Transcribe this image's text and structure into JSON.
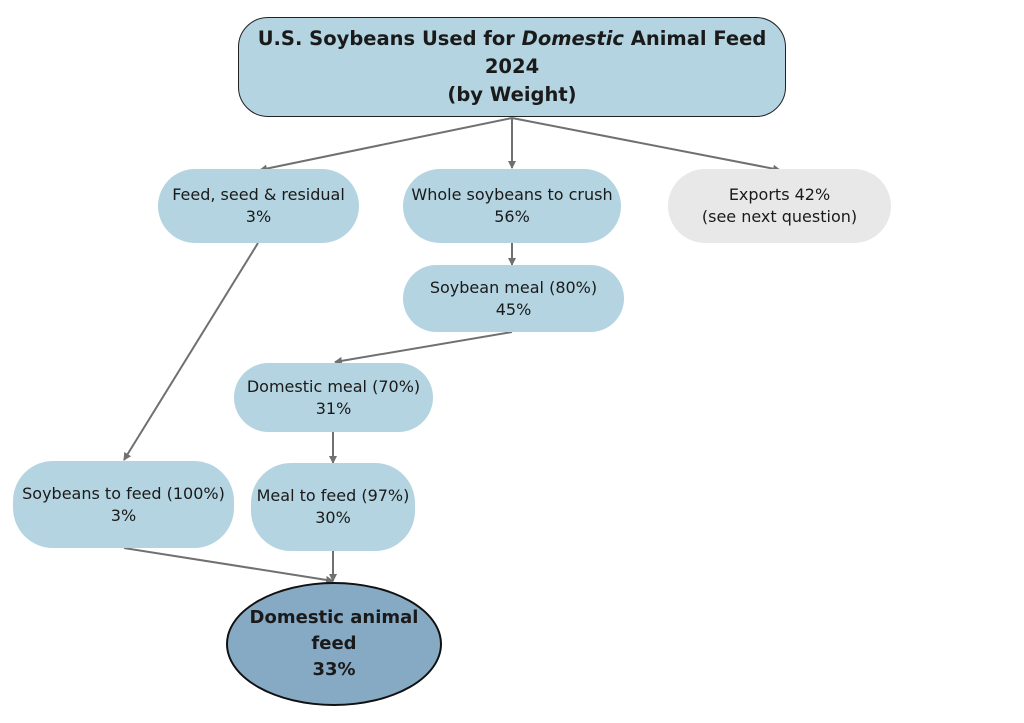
{
  "title": {
    "prefix": "U.S. Soybeans Used for ",
    "emphasis": "Domestic",
    "suffix": " Animal Feed 2024",
    "subtitle": "(by Weight)"
  },
  "nodes": {
    "feed_seed_residual": {
      "label": "Feed, seed & residual",
      "value": "3%"
    },
    "whole_soybeans_crush": {
      "label": "Whole soybeans to crush",
      "value": "56%"
    },
    "exports": {
      "label": "Exports 42%",
      "value": "(see next question)"
    },
    "soybean_meal": {
      "label": "Soybean meal (80%)",
      "value": "45%"
    },
    "domestic_meal": {
      "label": "Domestic meal (70%)",
      "value": "31%"
    },
    "soybeans_to_feed": {
      "label": "Soybeans to feed (100%)",
      "value": "3%"
    },
    "meal_to_feed": {
      "label": "Meal to feed (97%)",
      "value": "30%"
    },
    "domestic_animal_feed": {
      "label_line1": "Domestic animal",
      "label_line2": "feed",
      "value": "33%"
    }
  },
  "colors": {
    "node_fill": "#b3d4e0",
    "exports_fill": "#e8e8e8",
    "final_fill": "#86a9c4",
    "arrow": "#707070"
  }
}
